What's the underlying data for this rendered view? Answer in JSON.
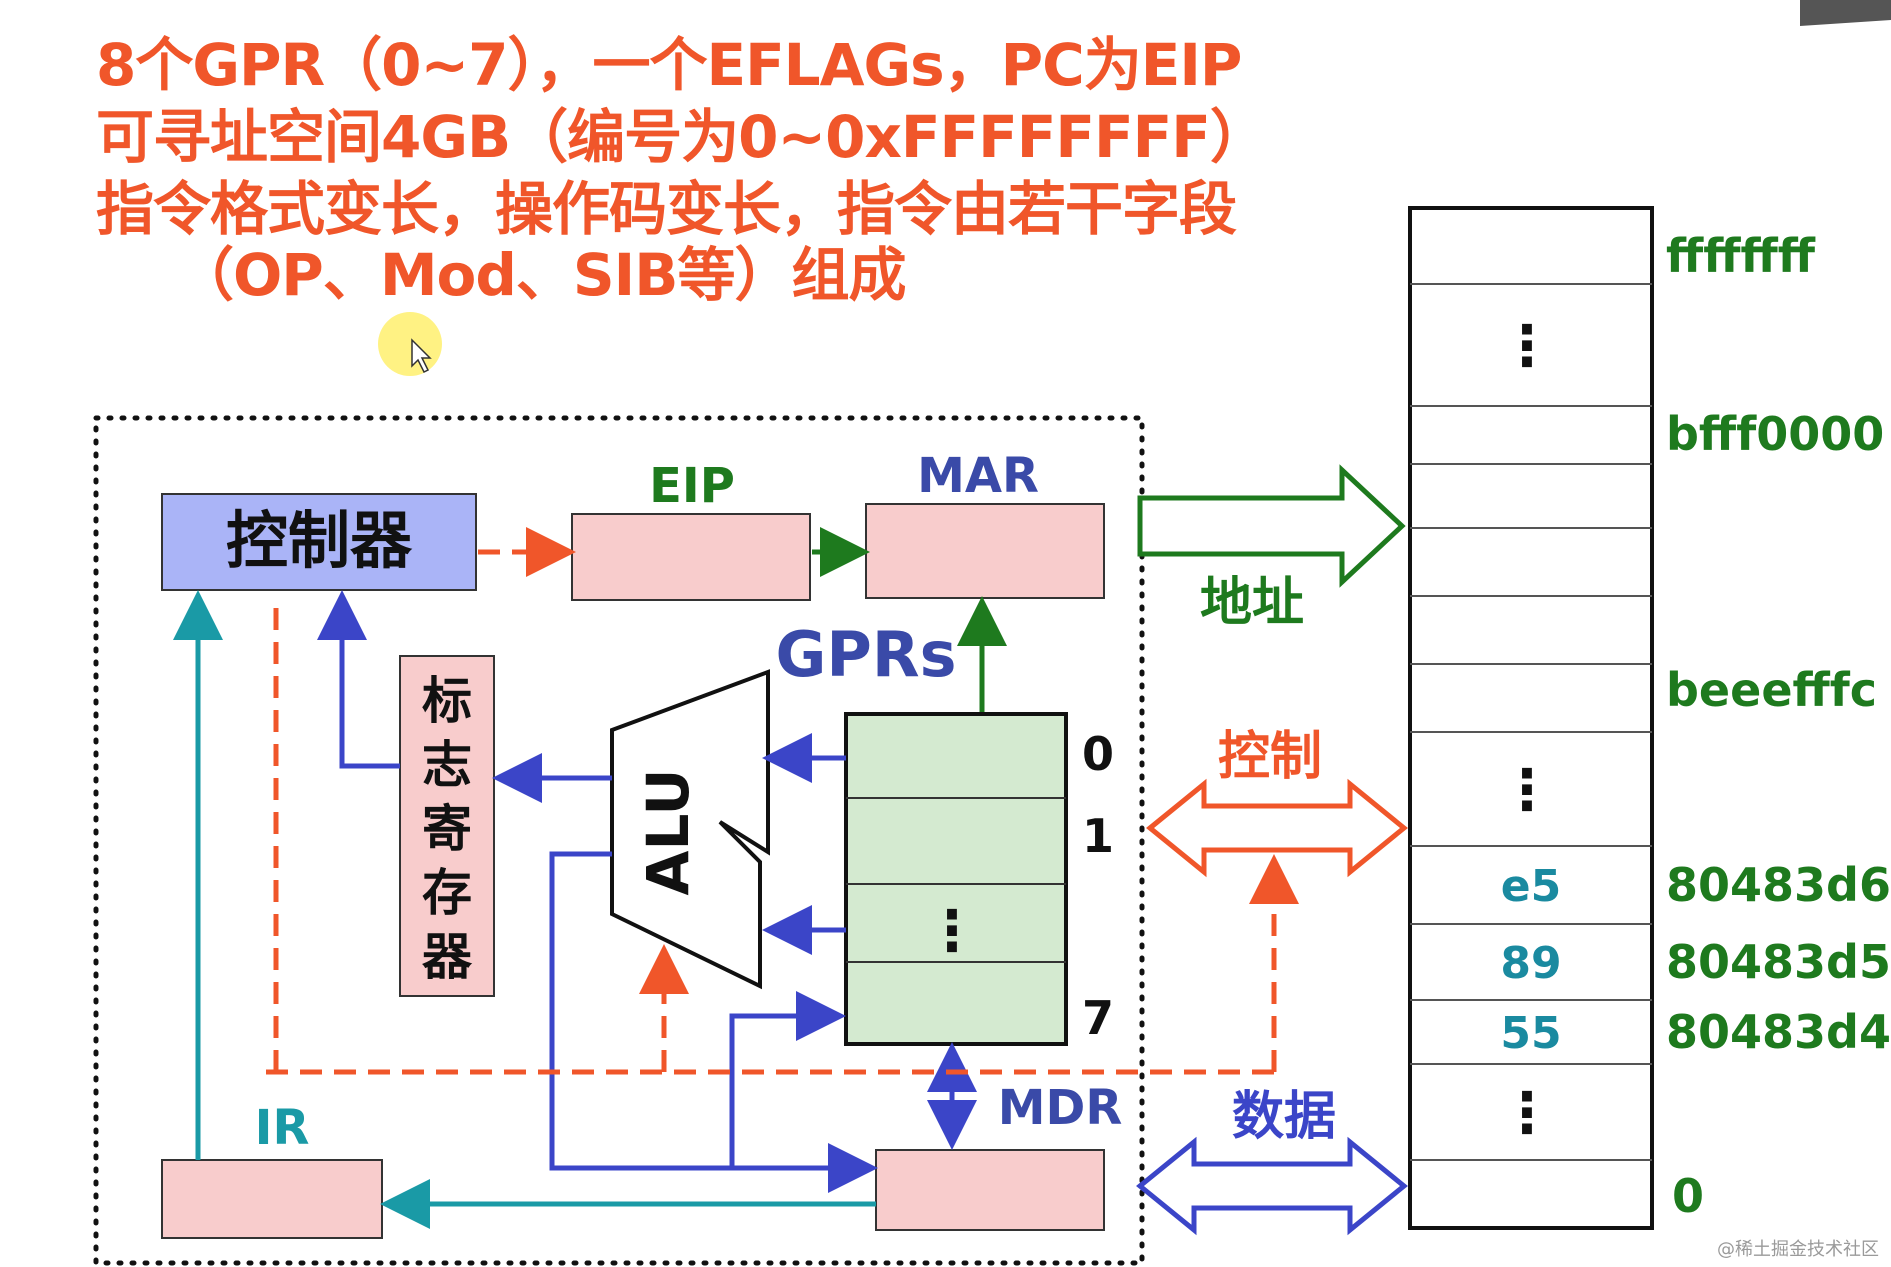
{
  "header": {
    "line1": "8个GPR（0~7），一个EFLAGs，PC为EIP",
    "line2": "可寻址空间4GB（编号为0~0xFFFFFFFF）",
    "line3": "指令格式变长，操作码变长，指令由若干字段",
    "line4": "（OP、Mod、SIB等）组成"
  },
  "cpu": {
    "controller": "控制器",
    "eip": "EIP",
    "mar": "MAR",
    "gprs": "GPRs",
    "alu": "ALU",
    "flags_register": "标志寄存器",
    "ir": "IR",
    "mdr": "MDR",
    "gpr_indices": {
      "first": "0",
      "second": "1",
      "dots": "⋮",
      "last": "7"
    }
  },
  "buses": {
    "address": "地址",
    "control": "控制",
    "data": "数据"
  },
  "memory": {
    "cells": [
      {
        "content": "",
        "address": "ffffffff"
      },
      {
        "content": "⋮",
        "address": ""
      },
      {
        "content": "",
        "address": "bfff0000"
      },
      {
        "content": "",
        "address": ""
      },
      {
        "content": "",
        "address": ""
      },
      {
        "content": "",
        "address": ""
      },
      {
        "content": "",
        "address": "beeefffc"
      },
      {
        "content": "⋮",
        "address": ""
      },
      {
        "content": "e5",
        "address": "80483d6"
      },
      {
        "content": "89",
        "address": "80483d5"
      },
      {
        "content": "55",
        "address": "80483d4"
      },
      {
        "content": "⋮",
        "address": ""
      },
      {
        "content": "",
        "address": "0"
      }
    ]
  },
  "watermark": "@稀土掘金技术社区",
  "colors": {
    "header": "#f0562a",
    "controller_fill": "#aab4f7",
    "register_fill": "#f8cccc",
    "gpr_fill": "#d4ead0",
    "green": "#1e7a1e",
    "blue": "#3b45c8",
    "teal": "#1a9aa6",
    "orange": "#f0562a",
    "navy": "#3a4aa8"
  }
}
